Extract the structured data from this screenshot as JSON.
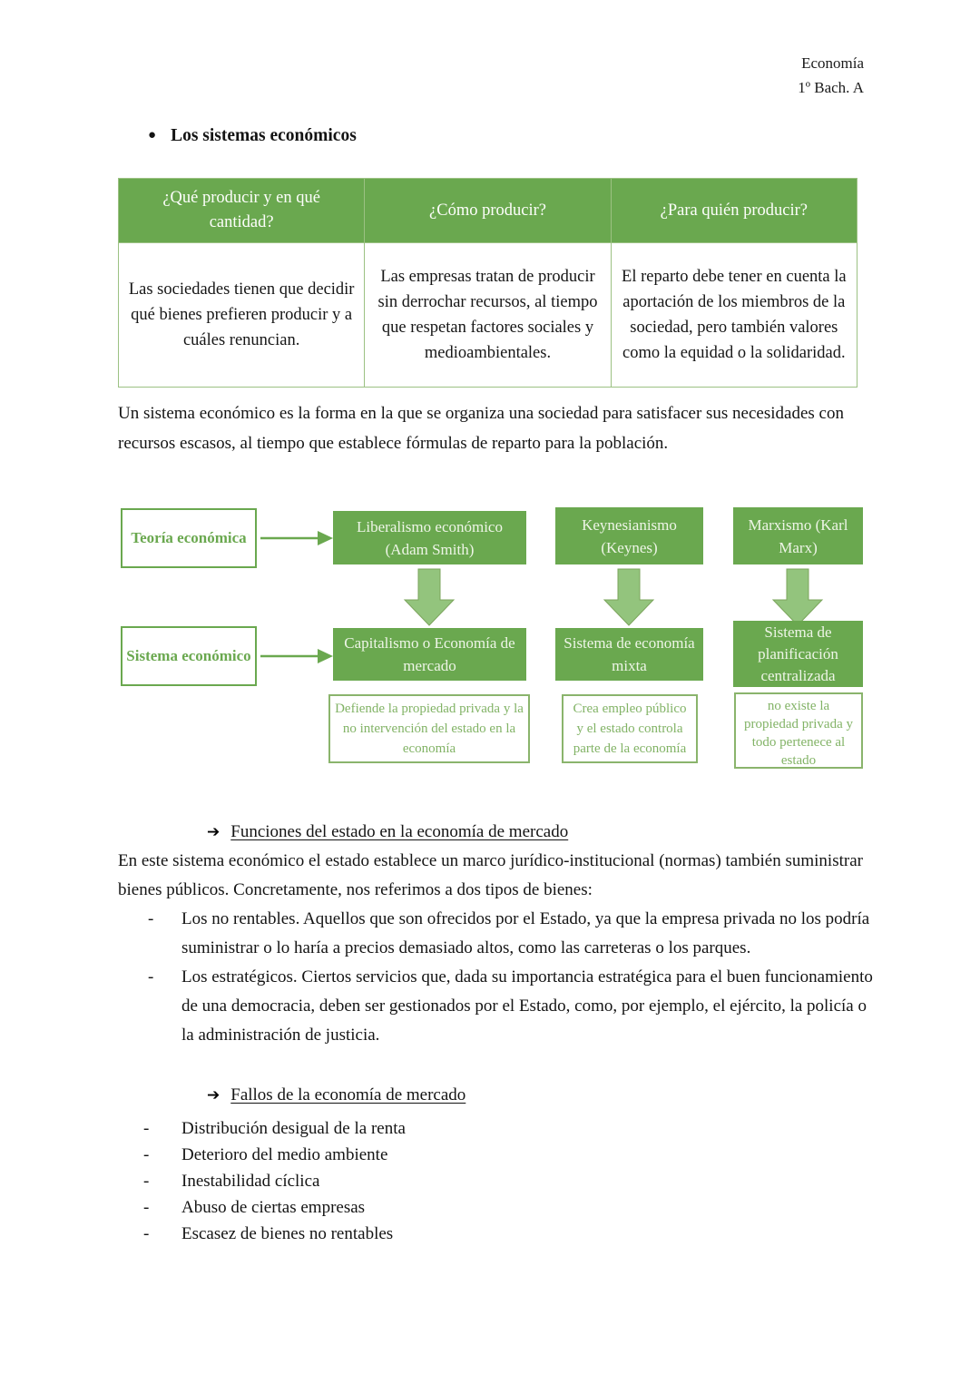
{
  "header": {
    "subject": "Economía",
    "course": "1º Bach. A"
  },
  "markers": {
    "bullet": "●",
    "arrow": "➔",
    "dash": "-"
  },
  "title": "Los sistemas económicos",
  "table": {
    "headers": [
      "¿Qué producir y en qué cantidad?",
      "¿Cómo producir?",
      "¿Para quién producir?"
    ],
    "cells": [
      "Las sociedades tienen que decidir qué bienes prefieren producir y a cuáles renuncian.",
      "Las empresas tratan de producir sin derrochar recursos, al tiempo que respetan factores sociales y medioambientales.",
      "El reparto debe tener en cuenta la aportación de los miembros de la sociedad, pero también valores como la equidad o la solidaridad."
    ]
  },
  "intro_paragraph": "Un sistema económico es la forma en la que se organiza una sociedad para satisfacer sus necesidades con recursos escasos, al tiempo que establece fórmulas de reparto para la población.",
  "diagram": {
    "row_labels": [
      "Teoría económica",
      "Sistema económico"
    ],
    "theories": [
      "Liberalismo económico (Adam Smith)",
      "Keynesianismo (Keynes)",
      "Marxismo (Karl Marx)"
    ],
    "systems": [
      "Capitalismo o Economía de mercado",
      "Sistema de economía mixta",
      "Sistema de planificación centralizada"
    ],
    "descriptions": [
      "Defiende la propiedad privada y la no intervención del estado en la economía",
      "Crea empleo público y el estado controla parte de la economía",
      "no existe la propiedad privada y todo pertenece al estado"
    ]
  },
  "sections": [
    {
      "heading": "Funciones del estado en la economía de mercado",
      "paragraph": "En este sistema económico el estado establece un marco jurídico-institucional (normas) también suministrar bienes públicos. Concretamente, nos referimos a dos tipos de bienes:",
      "items": [
        "Los no rentables. Aquellos que son ofrecidos por el Estado, ya que la empresa privada no los podría suministrar o lo haría a precios demasiado altos, como las carreteras o los parques.",
        "Los estratégicos. Ciertos servicios que, dada su importancia estratégica para el buen funcionamiento de una democracia, deben ser gestionados por el Estado, como, por ejemplo, el ejército, la policía o la administración de justicia."
      ]
    },
    {
      "heading": "Fallos de la economía de mercado",
      "items": [
        "Distribución desigual de la renta",
        "Deterioro del medio ambiente",
        "Inestabilidad cíclica",
        "Abuso de ciertas empresas",
        "Escasez de bienes no rentables"
      ]
    }
  ],
  "colors": {
    "green": "#6aa84f",
    "light_green_arrow": "#93c47d",
    "table_border": "#9cc183",
    "desc_text": "#82b366"
  }
}
